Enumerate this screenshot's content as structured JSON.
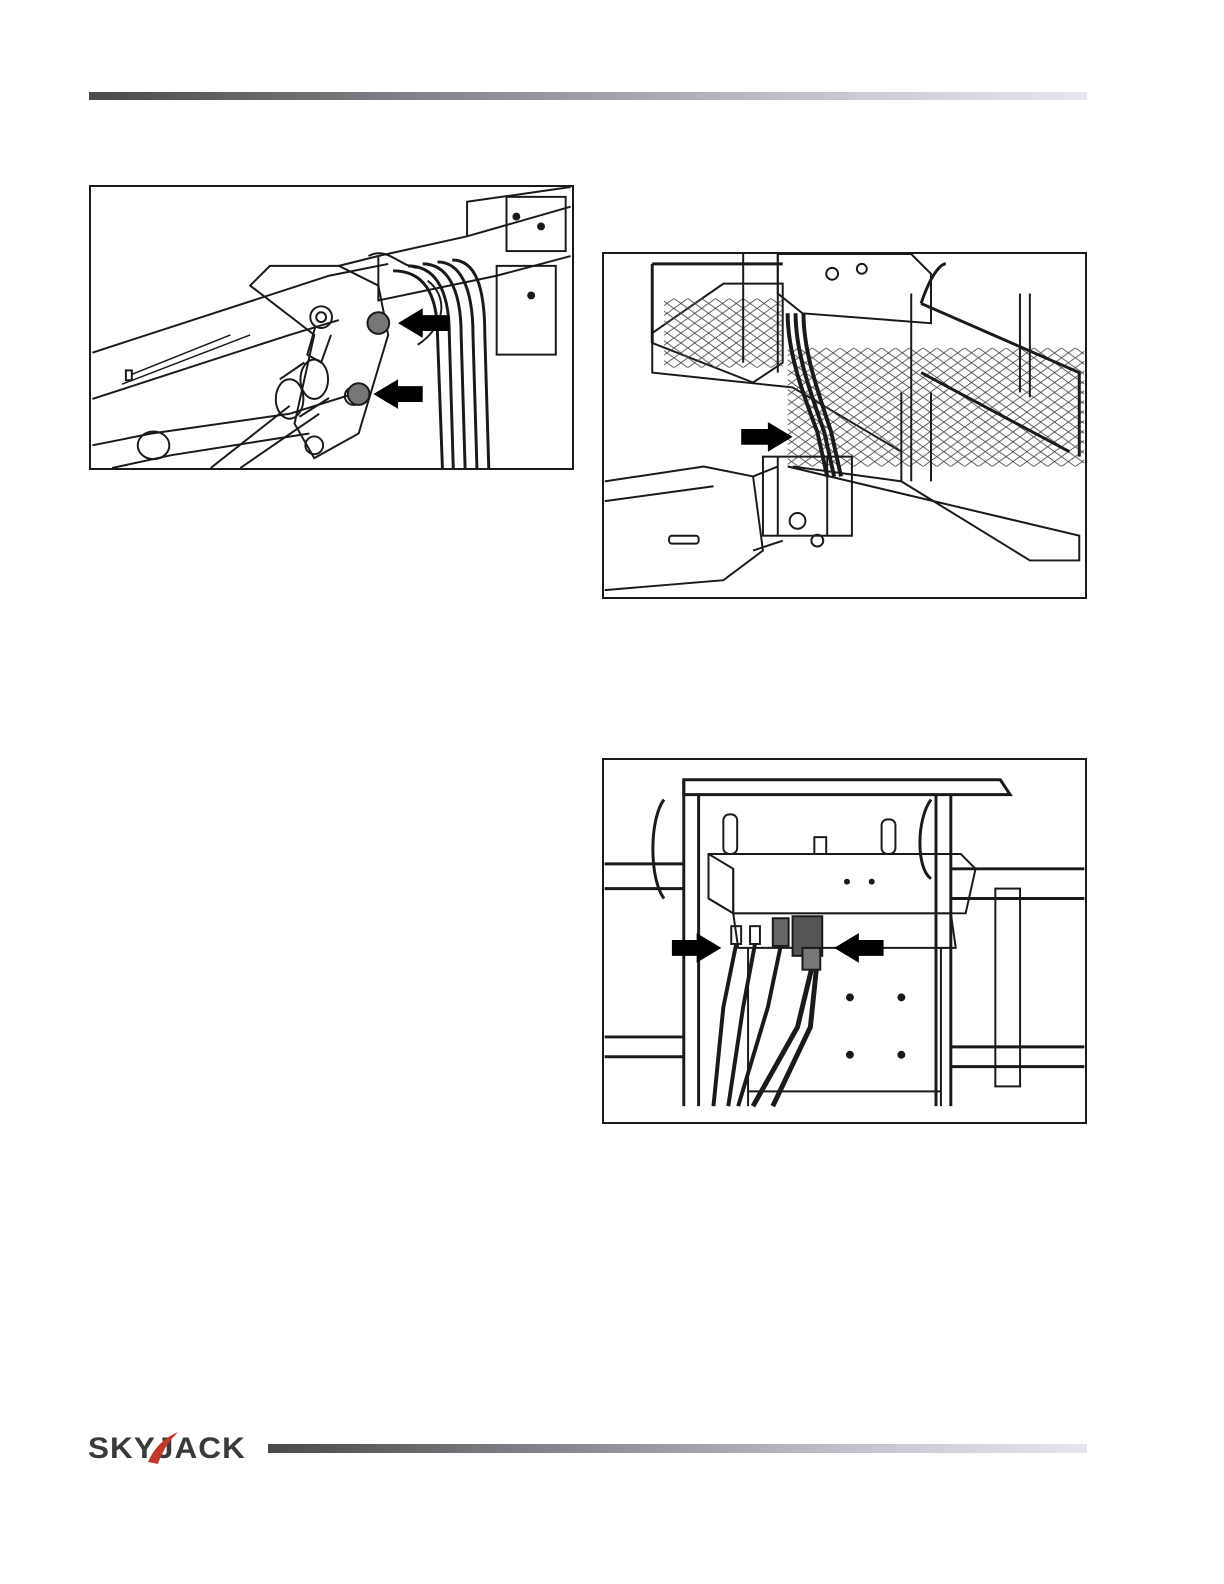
{
  "brand": {
    "logo_text": "SKYJACK",
    "colors": {
      "rule_dark": "#4a4a4a",
      "rule_light": "#e6e6f0",
      "ink": "#1a1a1a",
      "arrow": "#000000"
    }
  },
  "figures": [
    {
      "id": "fig1",
      "subject": "boom-pivot-pins-illustration",
      "callout_arrows": 2
    },
    {
      "id": "fig2",
      "subject": "platform-hose-routing-illustration",
      "callout_arrows": 1
    },
    {
      "id": "fig3",
      "subject": "control-box-connectors-illustration",
      "callout_arrows": 2
    }
  ]
}
